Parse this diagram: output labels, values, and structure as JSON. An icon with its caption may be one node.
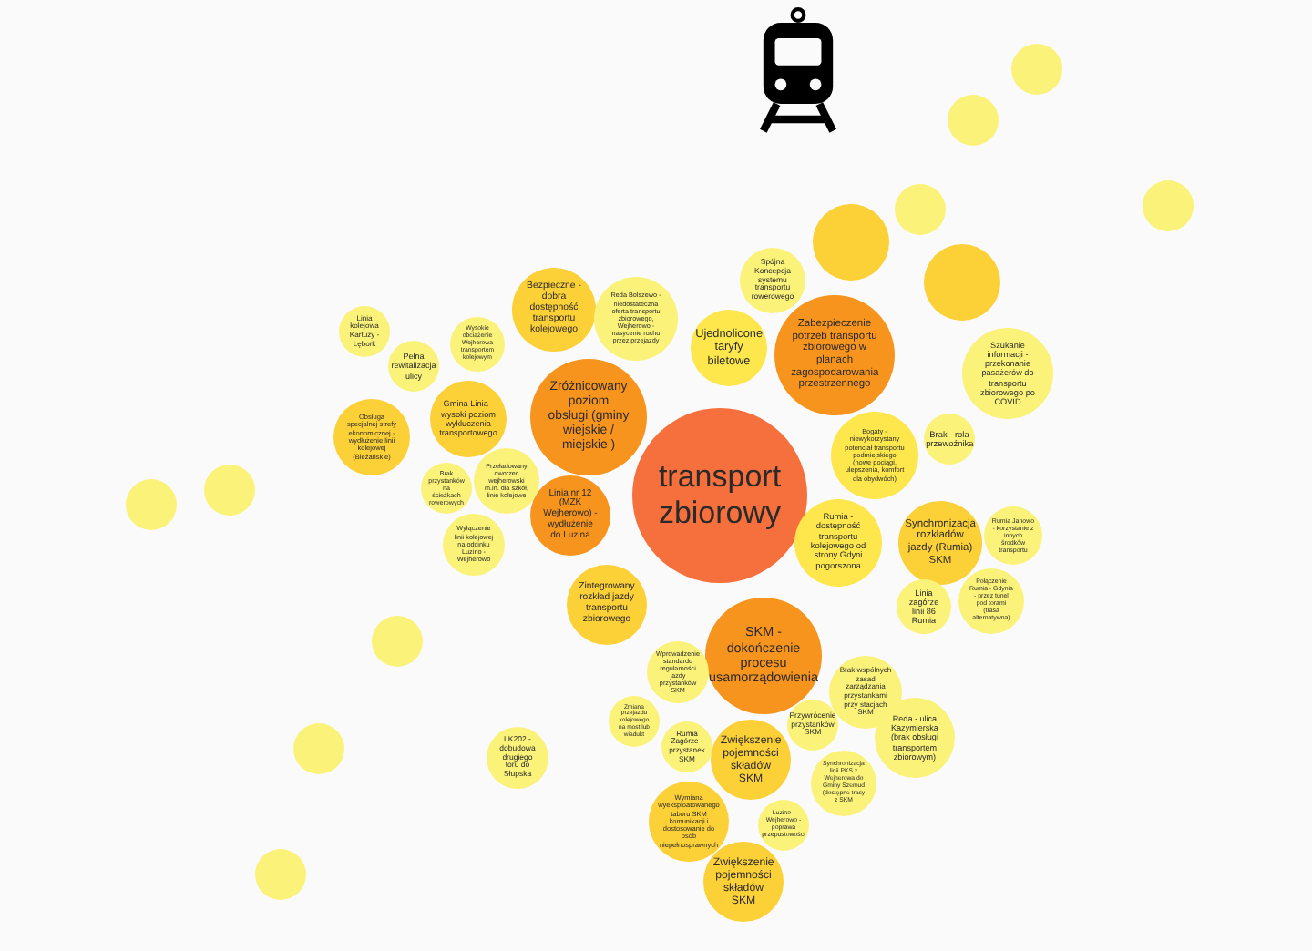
{
  "diagram": {
    "nodes": [
      {
        "text": [
          "transport zbiorowy"
        ]
      },
      {
        "text": [
          "Zróżnicowany poziom obsługi (gminy wiejskie / miejskie )"
        ]
      },
      {
        "text": [
          "Linia nr 12 (MZK Wejherowo) - wydłużenie do Luzina"
        ]
      },
      {
        "text": [
          "Bezpieczne - dobra dostępność transportu kolejowego"
        ]
      },
      {
        "text": [
          "Reda Bolszewo - niedostateczna oferta transportu zbiorowego, Wejherowo - nasycenie ruchu przez przejazdy"
        ]
      },
      {
        "text": [
          "Spójna Koncepcja systemu transportu rowerowego"
        ]
      },
      {
        "text": [
          "Ujednolicone taryfy biletowe"
        ]
      },
      {
        "text": [
          "Zabezpieczenie potrzeb transportu zbiorowego w planach zagospodarowania przestrzennego"
        ]
      },
      {
        "text": [
          "Szukanie informacji - przekonanie pasażerów do transportu zbiorowego po COVID"
        ]
      },
      {
        "text": [
          "Bogaty - niewykorzystany potencjał transportu podmiejskiego (nowe pociągi, ulepszenia, komfort dla obydwóch)"
        ]
      },
      {
        "text": [
          "Brak - rola przewoźnika"
        ]
      },
      {
        "text": [
          "Rumia - dostępność transportu kolejowego od strony Gdyni pogorszona"
        ]
      },
      {
        "text": [
          "Synchronizacja rozkładów jazdy (Rumia) SKM"
        ]
      },
      {
        "text": [
          "Rumia Janowo - korzystanie z innych środków transportu"
        ]
      },
      {
        "text": [
          "Linia zagórze linii 86 Rumia"
        ]
      },
      {
        "text": [
          "Połączenie Rumia - Gdynia - przez tunel pod torami (trasa alternatywna)"
        ]
      },
      {
        "text": [
          "Zintegrowany rozkład jazdy transportu zbiorowego"
        ]
      },
      {
        "text": [
          "SKM - dokończenie procesu usamorządowienia"
        ]
      },
      {
        "text": [
          "Wprowadzenie standardu regularności jazdy przystanków SKM"
        ]
      },
      {
        "text": [
          "Zmiana przejazdu kolejowego na most lub wiadukt"
        ]
      },
      {
        "text": [
          "Rumia Zagórze - przystanek SKM"
        ]
      },
      {
        "text": [
          "Zwiększenie pojemności składów SKM"
        ]
      },
      {
        "text": [
          "Przywrócenie przystanków SKM"
        ]
      },
      {
        "text": [
          "Brak wspólnych zasad zarządzania przystankami przy stacjach SKM"
        ]
      },
      {
        "text": [
          "Reda - ulica Kazymierska (brak obsługi transportem zbiorowym)"
        ]
      },
      {
        "text": [
          "Synchronizacja linii PKS z Wejherowa do Gminy Szemud (dostępne trasy z SKM"
        ]
      },
      {
        "text": [
          "Luzino - Wejherowo - poprawa przepustowości"
        ]
      },
      {
        "text": [
          "Wymiana wyeksploatowanego taboru SKM komunikacji i dostosowanie do osób niepełnosprawnych"
        ]
      },
      {
        "text": [
          "Zwiększenie pojemności składów SKM"
        ]
      },
      {
        "text": [
          "LK202 - dobudowa drugiego toru do Słupska"
        ]
      },
      {
        "text": [
          "Linia kolejowa Kartuzy - Lębork"
        ]
      },
      {
        "text": [
          "Pełna rewitalizacja ulicy"
        ]
      },
      {
        "text": [
          "Wysokie obciążenie Wejherowa transportem kolejowym"
        ]
      },
      {
        "text": [
          "Obsługa specjalnej strefy ekonomicznej - wydłużenie linii kolejowej (Bieżańskie)"
        ]
      },
      {
        "text": [
          "Gmina Linia - wysoki poziom wykluczenia transportowego"
        ]
      },
      {
        "text": [
          "Przeładowany dworzec wejherowski m.in. dla szkół, linie kolejowe"
        ]
      },
      {
        "text": [
          "Brak przystanków na ścieżkach rowerowych"
        ]
      },
      {
        "text": [
          "Wyłączenie linii kolejowej na odcinku Luzino - Wejherowo"
        ]
      },
      {
        "text": [],
        "shape": "circle"
      },
      {
        "text": [],
        "shape": "circle"
      },
      {
        "text": [],
        "shape": "circle"
      },
      {
        "text": [],
        "shape": "circle"
      },
      {
        "text": [],
        "shape": "circle"
      },
      {
        "text": [],
        "shape": "circle"
      },
      {
        "text": [],
        "shape": "circle"
      },
      {
        "text": [],
        "shape": "circle"
      },
      {
        "text": [],
        "shape": "circle"
      },
      {
        "text": [],
        "shape": "circle"
      },
      {
        "text": [],
        "shape": "circle"
      }
    ]
  }
}
